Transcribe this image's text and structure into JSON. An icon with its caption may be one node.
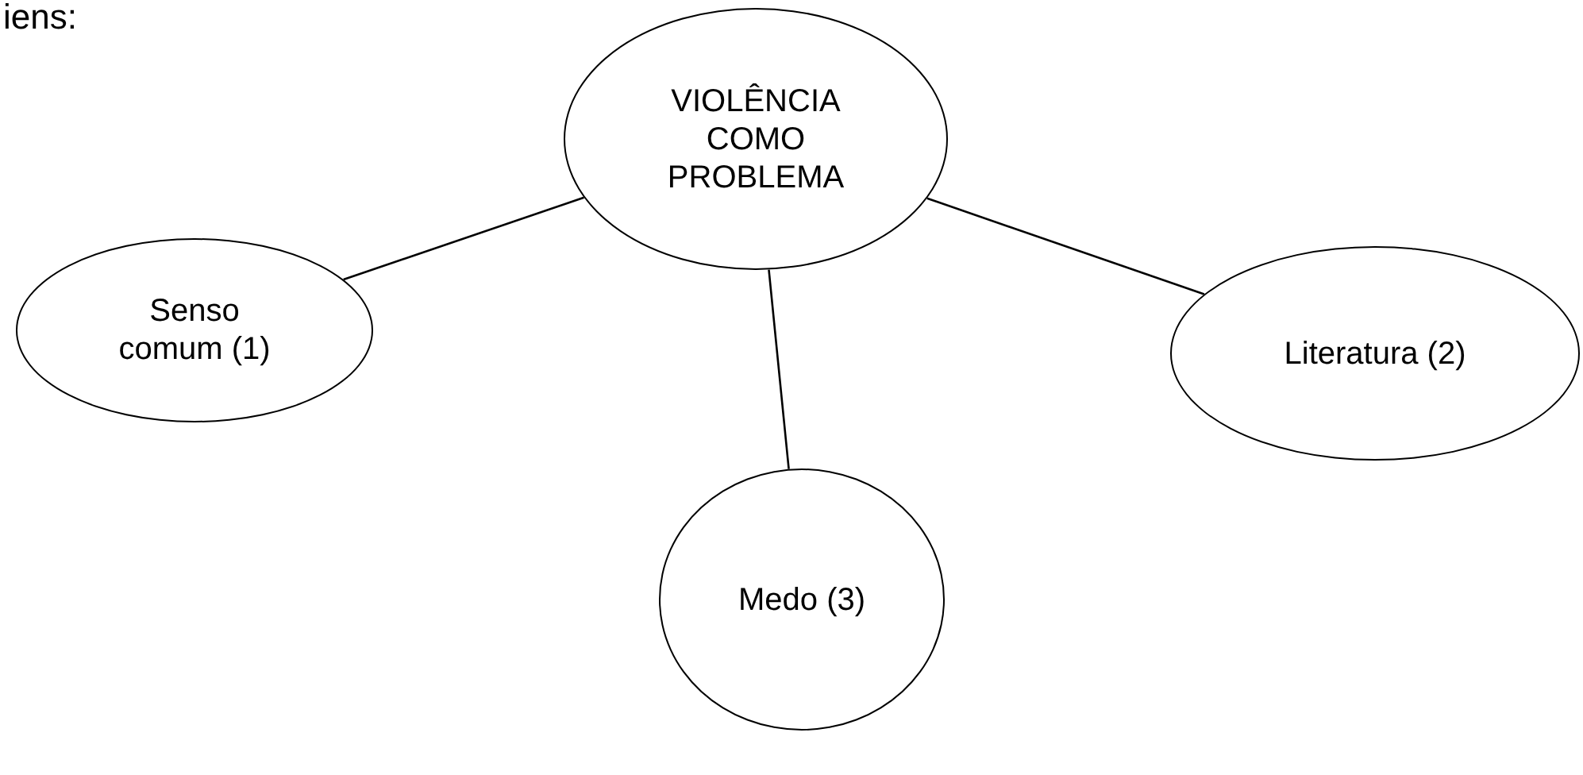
{
  "diagram": {
    "nodes": [
      {
        "text": [
          "VIOLÊNCIA COMO PROBLEMA"
        ]
      },
      {
        "text": [
          "Senso comum (1)"
        ]
      },
      {
        "text": [
          "Literatura (2)"
        ]
      },
      {
        "text": [
          "Medo (3)"
        ]
      }
    ],
    "edges": [
      {
        "from": 0,
        "to": 1,
        "arrow": "none"
      },
      {
        "from": 0,
        "to": 2,
        "arrow": "none"
      },
      {
        "from": 0,
        "to": 3,
        "arrow": "none"
      }
    ],
    "labels": [
      "iens:"
    ]
  }
}
